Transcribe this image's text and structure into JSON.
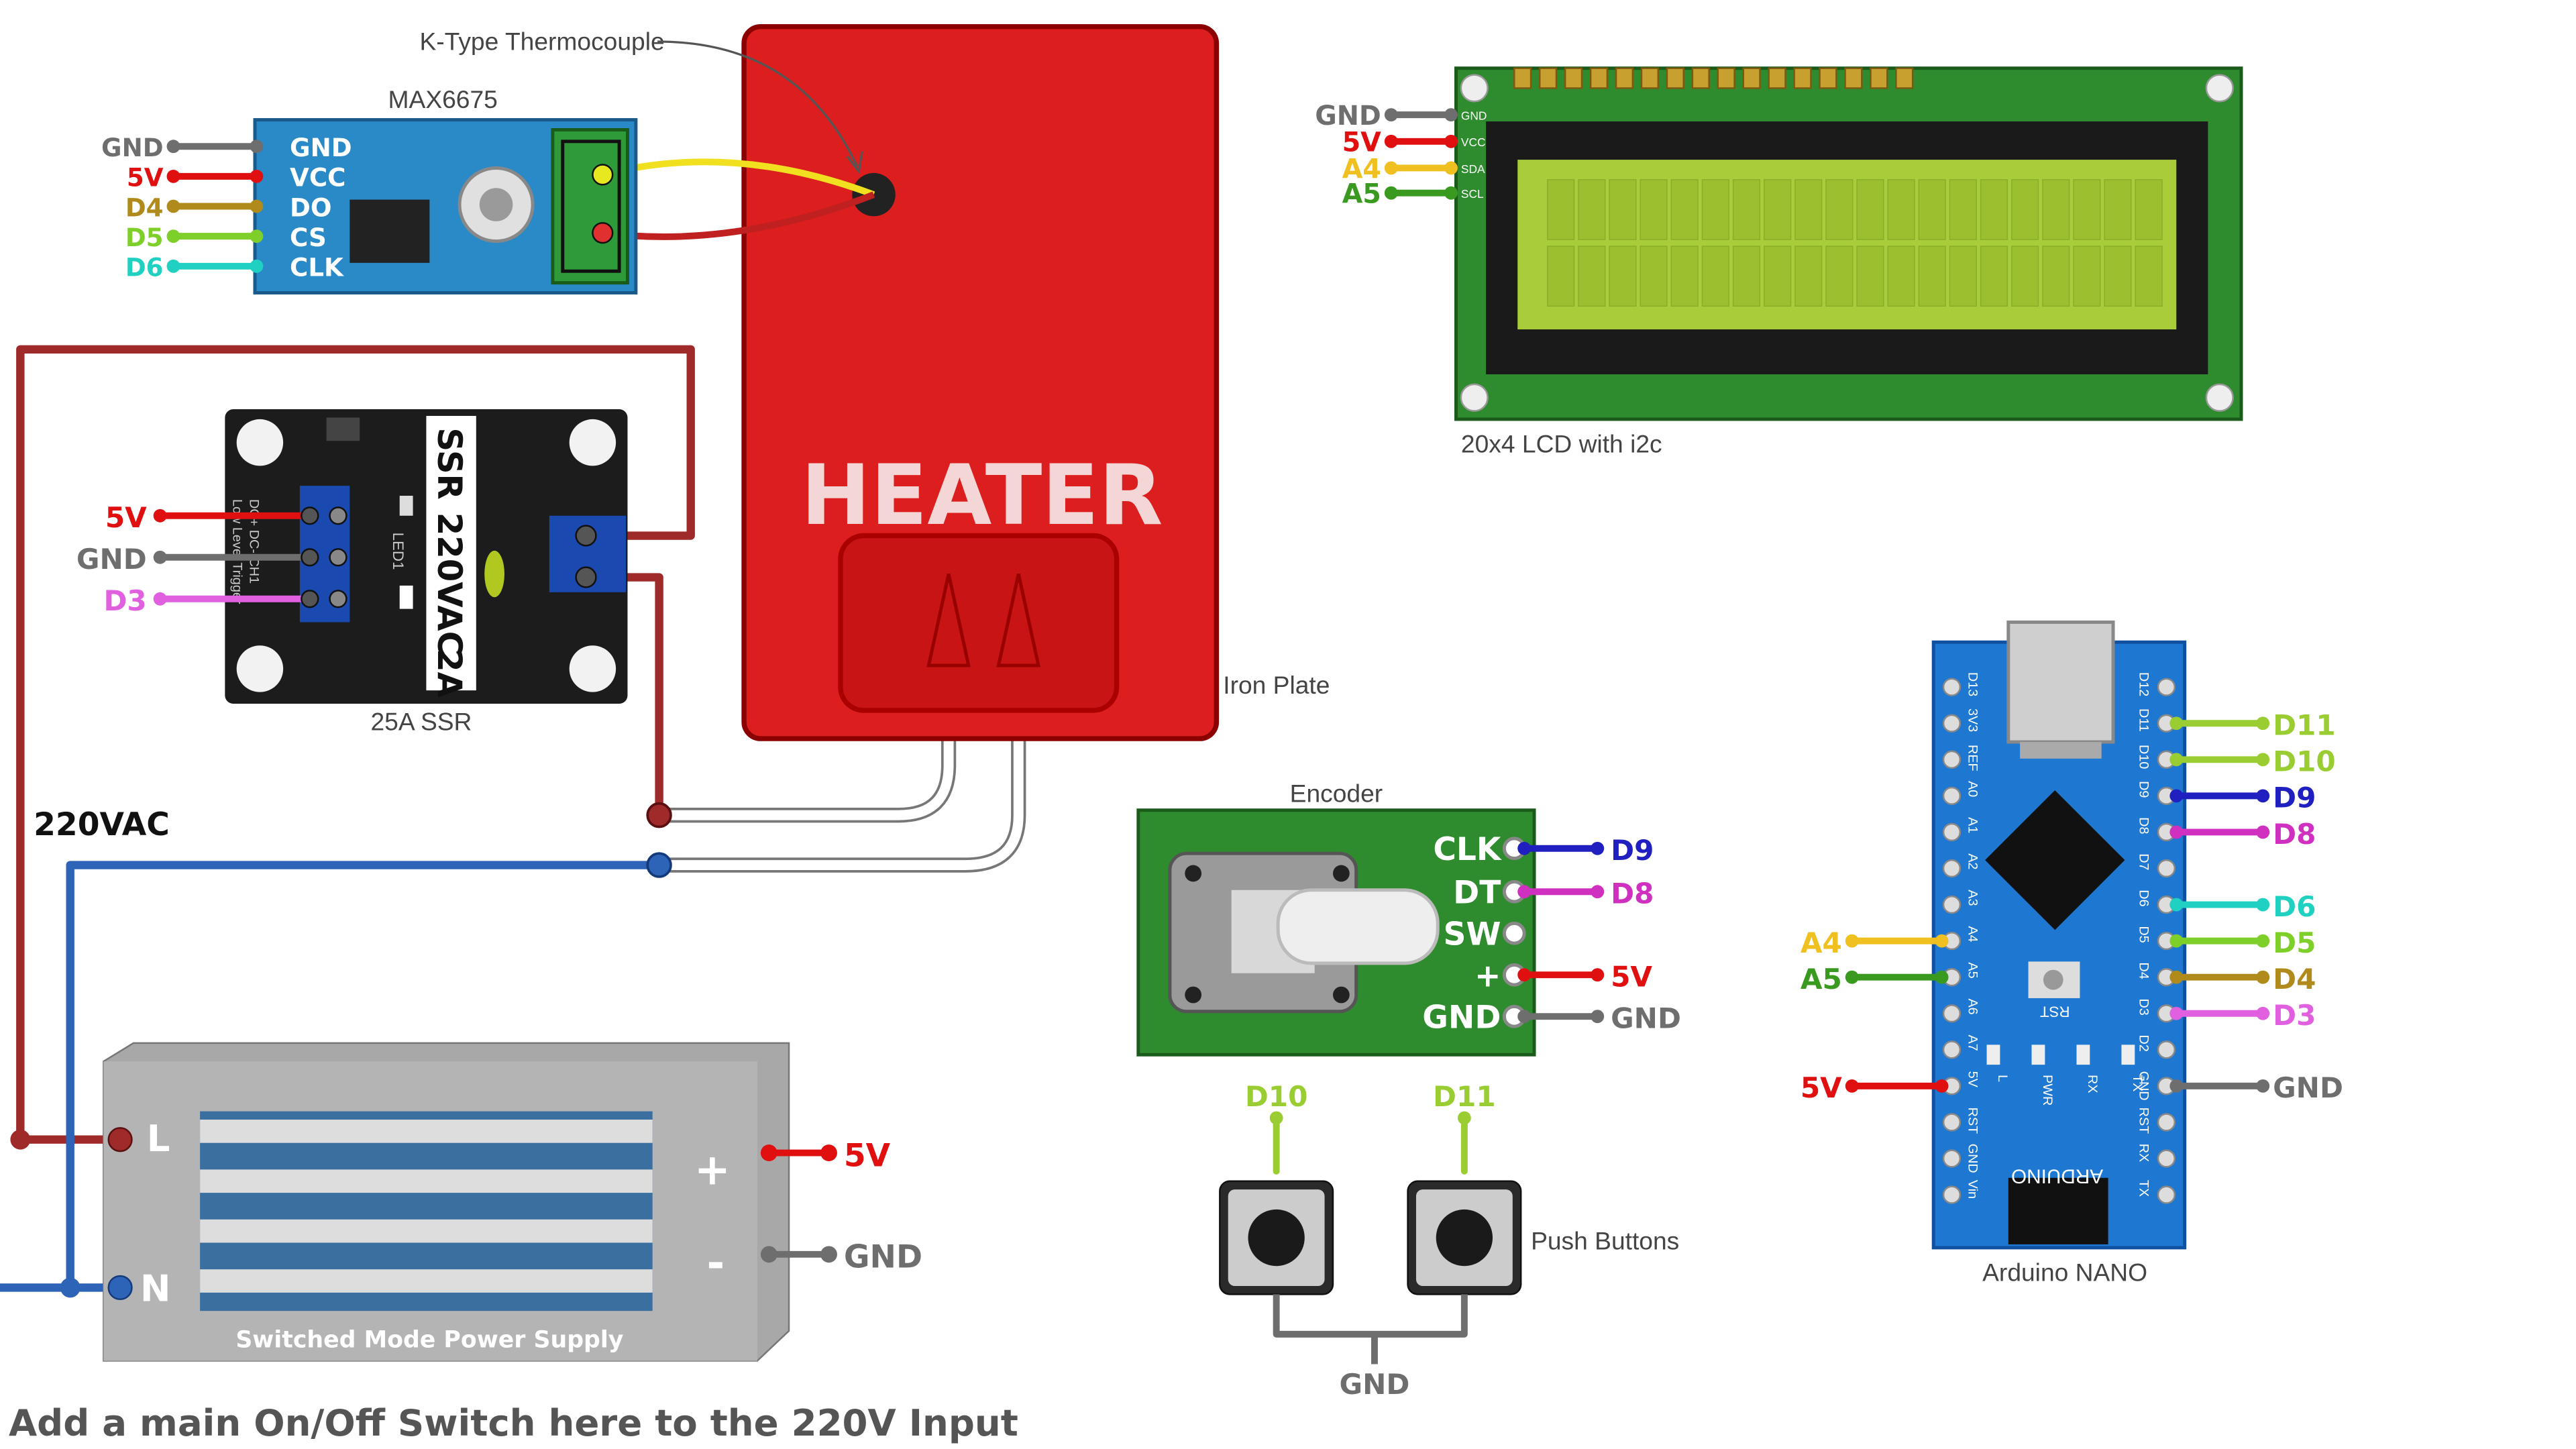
{
  "colors": {
    "gnd": "#6e6e6e",
    "v5": "#e01010",
    "d4": "#b08a1a",
    "d5": "#7fcf2a",
    "d6": "#20d0c0",
    "d3": "#e060e0",
    "a4": "#f0c020",
    "a5": "#3a9a20",
    "d8": "#d030c0",
    "d9": "#2020c0",
    "d10": "#9acd32",
    "d11": "#9acd32",
    "mains_l": "#9e2a2a",
    "mains_n": "#2e64b8",
    "heater": "#dc1e1e",
    "module_blue": "#2a8ac8",
    "pcb_green": "#2e8b2e",
    "lcd_screen": "#a8cc3a"
  },
  "labels": {
    "thermocouple": "K-Type Thermocouple",
    "max6675": "MAX6675",
    "ssr": "25A SSR",
    "iron_plate": "Iron Plate",
    "lcd": "20x4 LCD with i2c",
    "encoder": "Encoder",
    "push_buttons": "Push Buttons",
    "arduino": "Arduino NANO",
    "psu": "Switched Mode Power Supply",
    "mains": "220VAC",
    "note": "Add a main On/Off Switch here to the 220V Input",
    "heater": "HEATER"
  },
  "max6675": {
    "pins": [
      "GND",
      "VCC",
      "DO",
      "CS",
      "CLK"
    ],
    "wires": [
      "GND",
      "5V",
      "D4",
      "D5",
      "D6"
    ]
  },
  "ssr": {
    "wires": [
      "5V",
      "GND",
      "D3"
    ],
    "text_main": "SSR",
    "text_rating": "220VAC",
    "text_amp": "2A",
    "led": "LED1",
    "inputs": "DC+ DC- CH1",
    "inputs2": "Low Level Trigger"
  },
  "lcd_pins": {
    "wires": [
      "GND",
      "5V",
      "A4",
      "A5"
    ],
    "pins": [
      "GND",
      "VCC",
      "SDA",
      "SCL"
    ]
  },
  "encoder": {
    "pins": [
      "CLK",
      "DT",
      "SW",
      "+",
      "GND"
    ],
    "wires": [
      "D9",
      "D8",
      "5V",
      "GND"
    ]
  },
  "buttons": {
    "left": "D10",
    "right": "D11",
    "common": "GND"
  },
  "psu": {
    "l": "L",
    "n": "N",
    "plus": "+",
    "minus": "-",
    "out_plus": "5V",
    "out_minus": "GND"
  },
  "arduino": {
    "left_pins": [
      "D13",
      "3V3",
      "REF",
      "A0",
      "A1",
      "A2",
      "A3",
      "A4",
      "A5",
      "A6",
      "A7",
      "5V",
      "RST",
      "GND",
      "Vin"
    ],
    "right_pins": [
      "D12",
      "D11",
      "D10",
      "D9",
      "D8",
      "D7",
      "D6",
      "D5",
      "D4",
      "D3",
      "D2",
      "GND",
      "RST",
      "RX",
      "TX"
    ],
    "right_wires": [
      "D11",
      "D10",
      "D9",
      "D8",
      "D6",
      "D5",
      "D4",
      "D3",
      "GND"
    ],
    "left_wires": [
      "A4",
      "A5",
      "5V"
    ],
    "leds": [
      "L",
      "PWR",
      "RX",
      "TX"
    ],
    "rst": "RST",
    "logo": "ARDUINO"
  }
}
